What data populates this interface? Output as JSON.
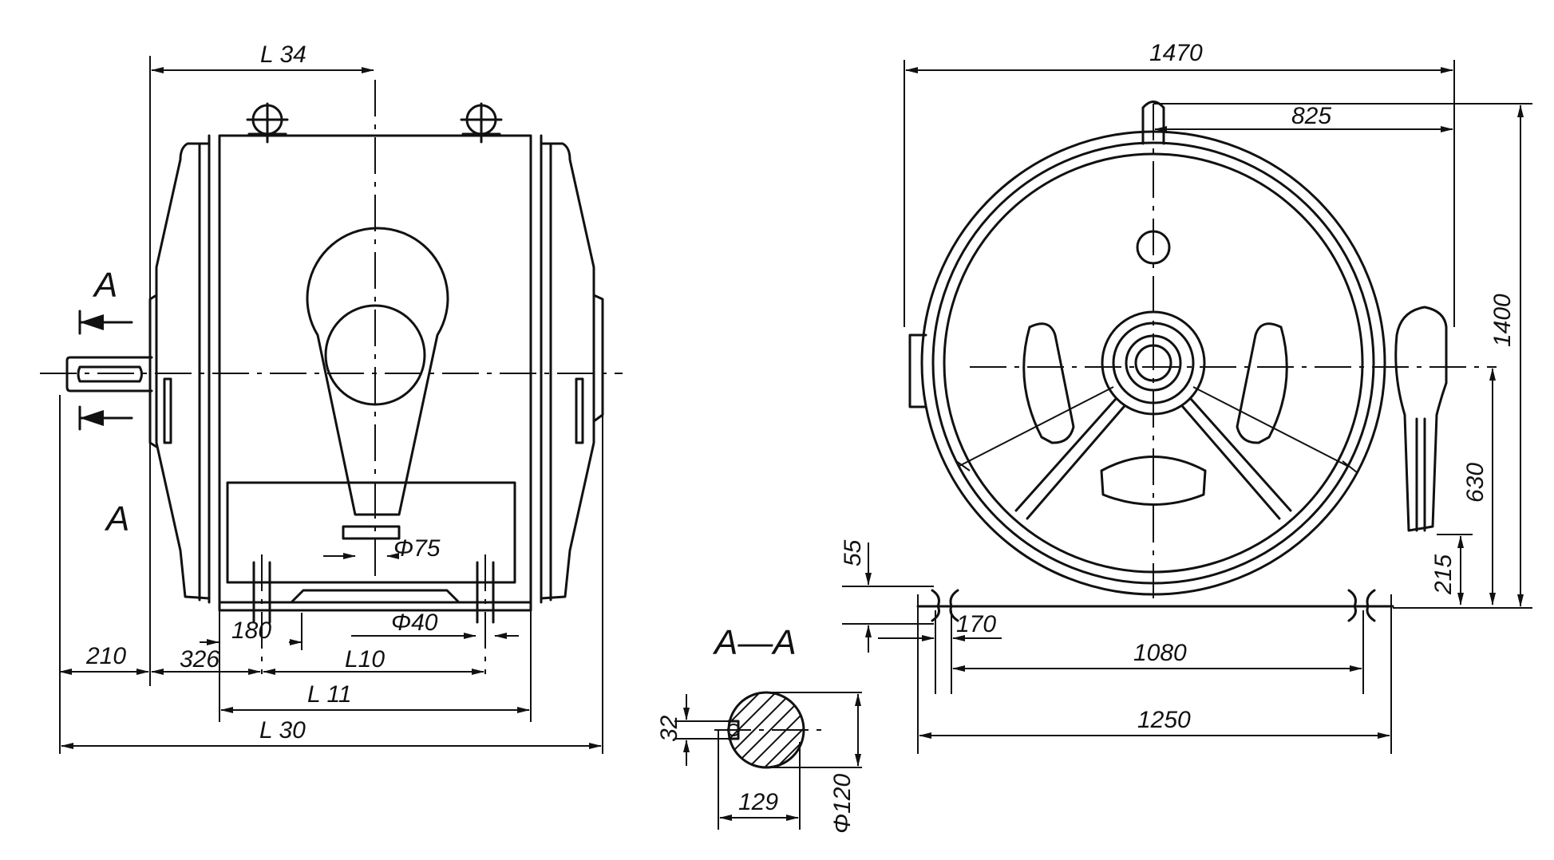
{
  "side_view": {
    "dims": {
      "L34": "L 34",
      "L30": "L 30",
      "L11": "L 11",
      "L10": "L10",
      "d210": "210",
      "d326": "326",
      "d180": "180",
      "d40": "Φ40",
      "d75": "Φ75"
    },
    "section_mark_top": "A",
    "section_mark_bottom": "A"
  },
  "front_view": {
    "dims": {
      "w1470": "1470",
      "w825": "825",
      "h1400": "1400",
      "h630": "630",
      "h215": "215",
      "h55": "55",
      "d170": "170",
      "w1080": "1080",
      "w1250": "1250"
    }
  },
  "section_aa": {
    "title": "A—A",
    "dims": {
      "d32": "32",
      "d129": "129",
      "d120": "Φ120"
    }
  }
}
